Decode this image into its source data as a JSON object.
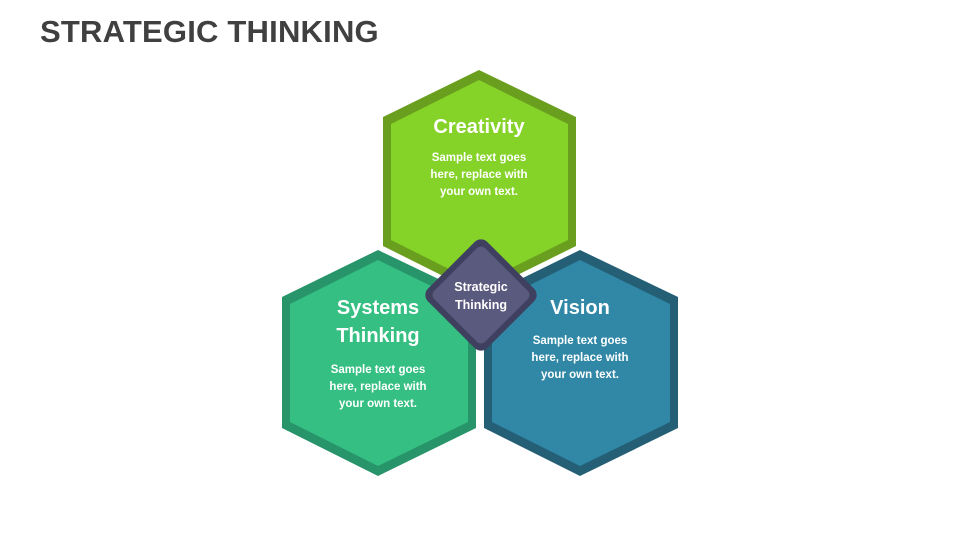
{
  "page": {
    "title": "STRATEGIC THINKING"
  },
  "diagram": {
    "center": {
      "line1": "Strategic",
      "line2": "Thinking",
      "fill": "#5a5a7e",
      "border": "#3f3f5f"
    },
    "nodes": [
      {
        "id": "creativity",
        "heading": [
          "Creativity"
        ],
        "text": [
          "Sample text goes",
          "here, replace with",
          "your own text."
        ],
        "fill": "#85d228",
        "border": "#6a9e1f"
      },
      {
        "id": "systems-thinking",
        "heading": [
          "Systems",
          "Thinking"
        ],
        "text": [
          "Sample text goes",
          "here, replace with",
          "your own text."
        ],
        "fill": "#35bf82",
        "border": "#27946a"
      },
      {
        "id": "vision",
        "heading": [
          "Vision"
        ],
        "text": [
          "Sample text goes",
          "here, replace with",
          "your own text."
        ],
        "fill": "#3088a6",
        "border": "#245f76"
      }
    ]
  }
}
